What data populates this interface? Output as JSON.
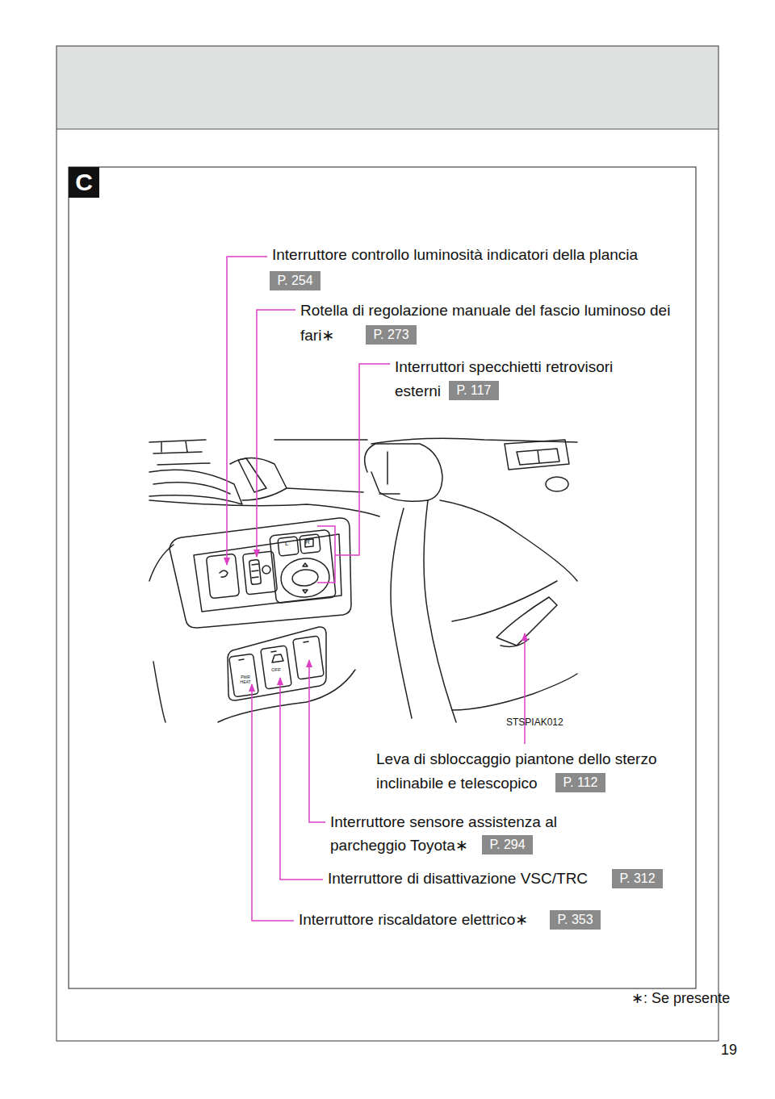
{
  "diagram": {
    "nodes": [
      {
        "text": [
          "C"
        ]
      },
      {
        "text": [
          "P. 254"
        ]
      },
      {
        "text": [
          "P. 273"
        ]
      },
      {
        "text": [
          "P. 117"
        ]
      },
      {
        "text": [
          "P. 112"
        ]
      },
      {
        "text": [
          "P. 294"
        ]
      },
      {
        "text": [
          "P. 312"
        ]
      },
      {
        "text": [
          "P. 353"
        ]
      }
    ],
    "edges": [],
    "labels": [
      "Interruttore controllo luminosità indicatori della plancia",
      "Rotella di regolazione manuale del fascio luminoso dei fari∗",
      "Interruttori specchietti retrovisori esterni",
      "Leva di sbloccaggio piantone dello sterzo inclinabile e telescopico",
      "Interruttore sensore assistenza al parcheggio Toyota∗",
      "Interruttore di disattivazione VSC/TRC",
      "Interruttore riscaldatore elettrico∗",
      "STSPIAK012",
      "∗: Se presente",
      "19",
      "L",
      "R",
      "OFF",
      "PWR HEAT"
    ]
  }
}
